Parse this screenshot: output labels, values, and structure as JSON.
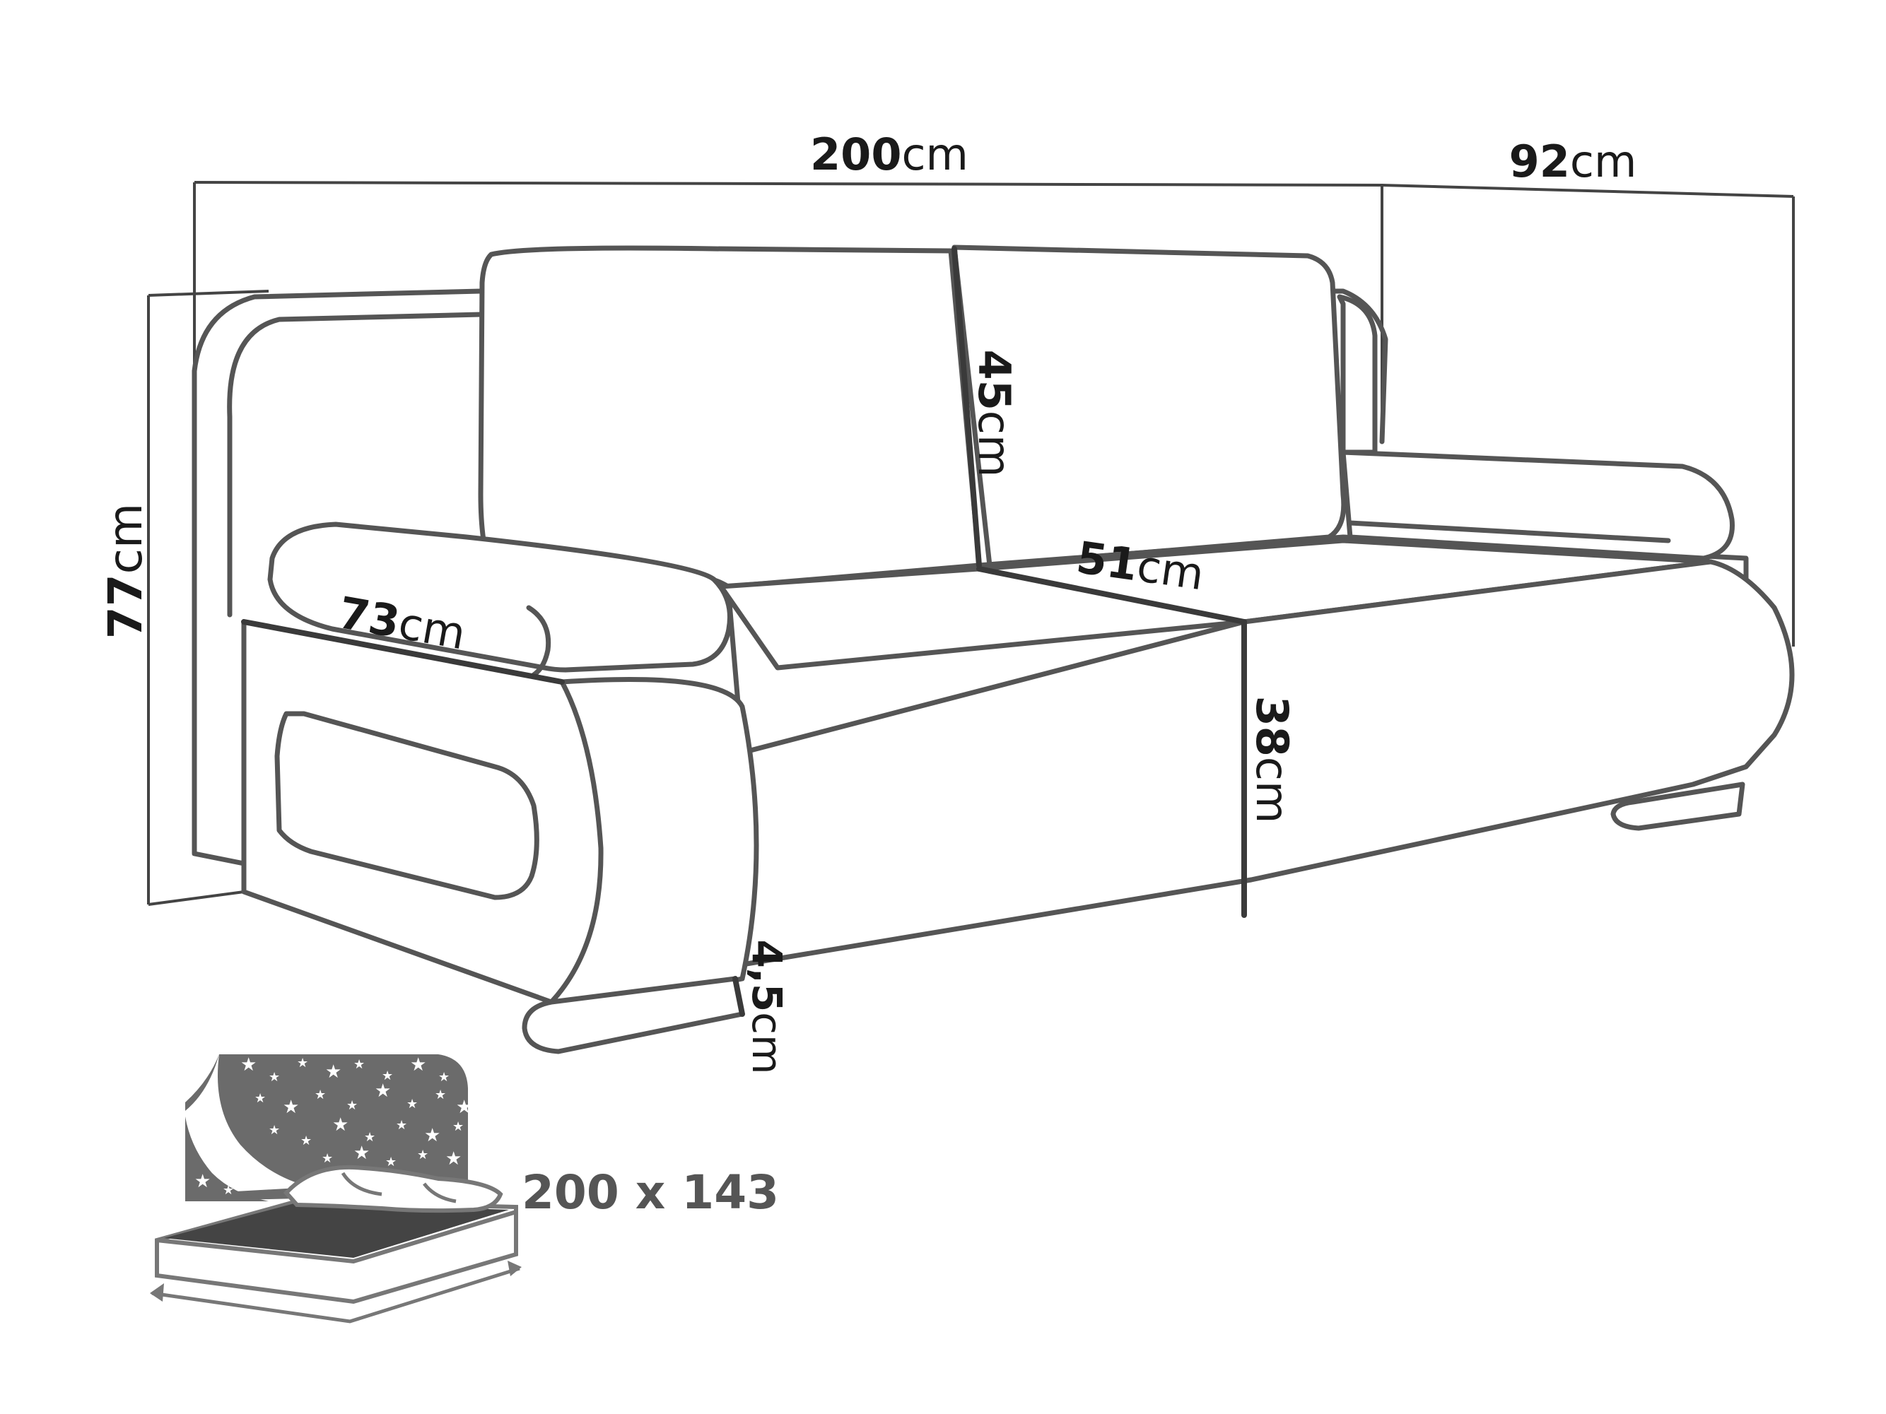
{
  "dimensions": {
    "width": {
      "value": "200",
      "unit": "cm"
    },
    "depth": {
      "value": "92",
      "unit": "cm"
    },
    "height": {
      "value": "77",
      "unit": "cm"
    },
    "backrest": {
      "value": "45",
      "unit": "cm"
    },
    "seat_depth": {
      "value": "51",
      "unit": "cm"
    },
    "armrest": {
      "value": "73",
      "unit": "cm"
    },
    "seat_height": {
      "value": "38",
      "unit": "cm"
    },
    "leg_height": {
      "value": "4,5",
      "unit": "cm"
    }
  },
  "bed": {
    "size_label": "200 x 143"
  },
  "colors": {
    "outline": "#555555",
    "text": "#1a1a1a",
    "bed_panel": "#6b6b6b",
    "star": "#ffffff"
  }
}
